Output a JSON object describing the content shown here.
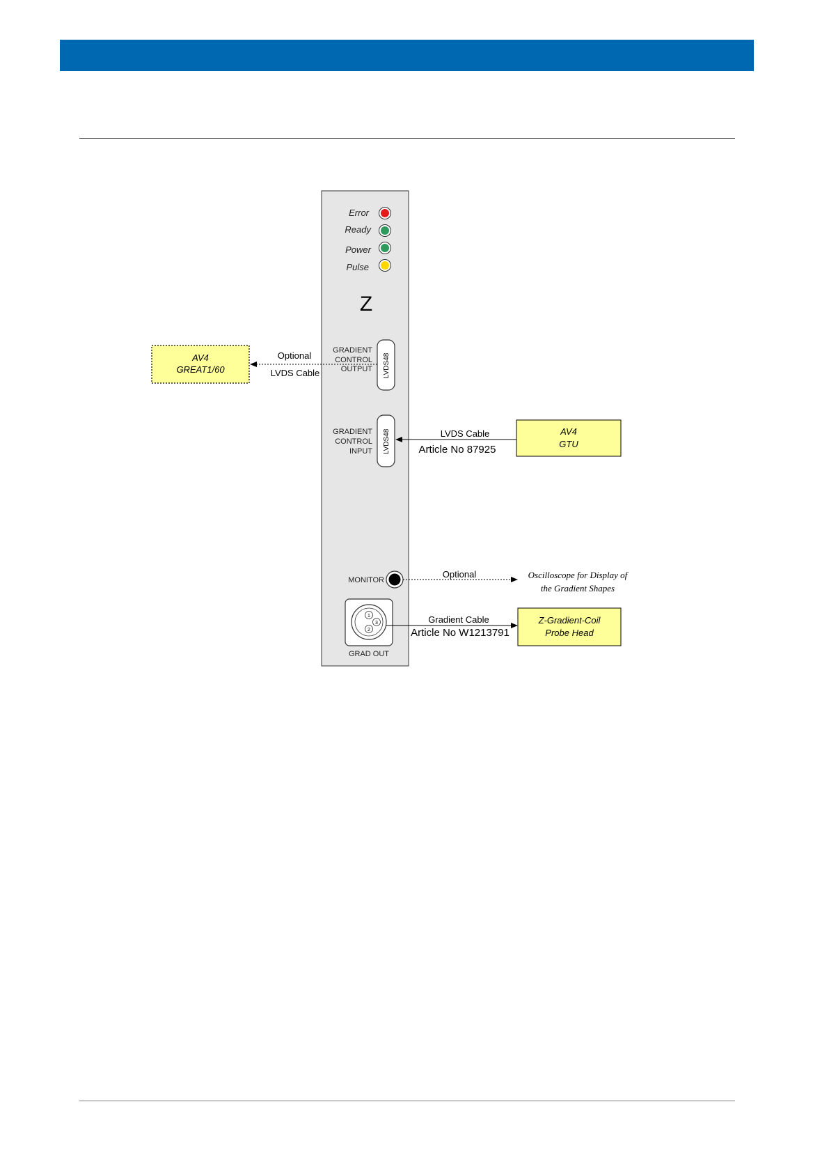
{
  "colors": {
    "header": "#0067b1",
    "panel": "#e6e6e6",
    "panel_border": "#555555",
    "box_fill": "#ffff99",
    "led_error": "#e31b1b",
    "led_ready": "#2e9a5e",
    "led_power": "#2e9a5e",
    "led_pulse": "#ffd700",
    "rule": "#7f7f7f"
  },
  "panel": {
    "leds": [
      {
        "label": "Error"
      },
      {
        "label": "Ready"
      },
      {
        "label": "Power"
      },
      {
        "label": "Pulse"
      }
    ],
    "axis_label": "Z",
    "gradient_output": {
      "line1": "GRADIENT",
      "line2": "CONTROL",
      "line3": "OUTPUT",
      "connector": "LVDS48"
    },
    "gradient_input": {
      "line1": "GRADIENT",
      "line2": "CONTROL",
      "line3": "INPUT",
      "connector": "LVDS48"
    },
    "monitor_label": "MONITOR",
    "grad_out_label": "GRAD OUT",
    "pins": [
      "1",
      "2",
      "3"
    ]
  },
  "boxes": {
    "great": {
      "line1": "AV4",
      "line2": "GREAT1/60"
    },
    "gtu": {
      "line1": "AV4",
      "line2": "GTU"
    },
    "coil": {
      "line1": "Z-Gradient-Coil",
      "line2": "Probe Head"
    }
  },
  "cables": {
    "output_optional": "Optional",
    "output_cable": "LVDS Cable",
    "input_cable": "LVDS Cable",
    "input_article": "Article No 87925",
    "monitor_optional": "Optional",
    "oscilloscope_line1": "Oscilloscope for Display of",
    "oscilloscope_line2": "the Gradient Shapes",
    "gradient_cable": "Gradient Cable",
    "gradient_article": "Article No W1213791"
  }
}
